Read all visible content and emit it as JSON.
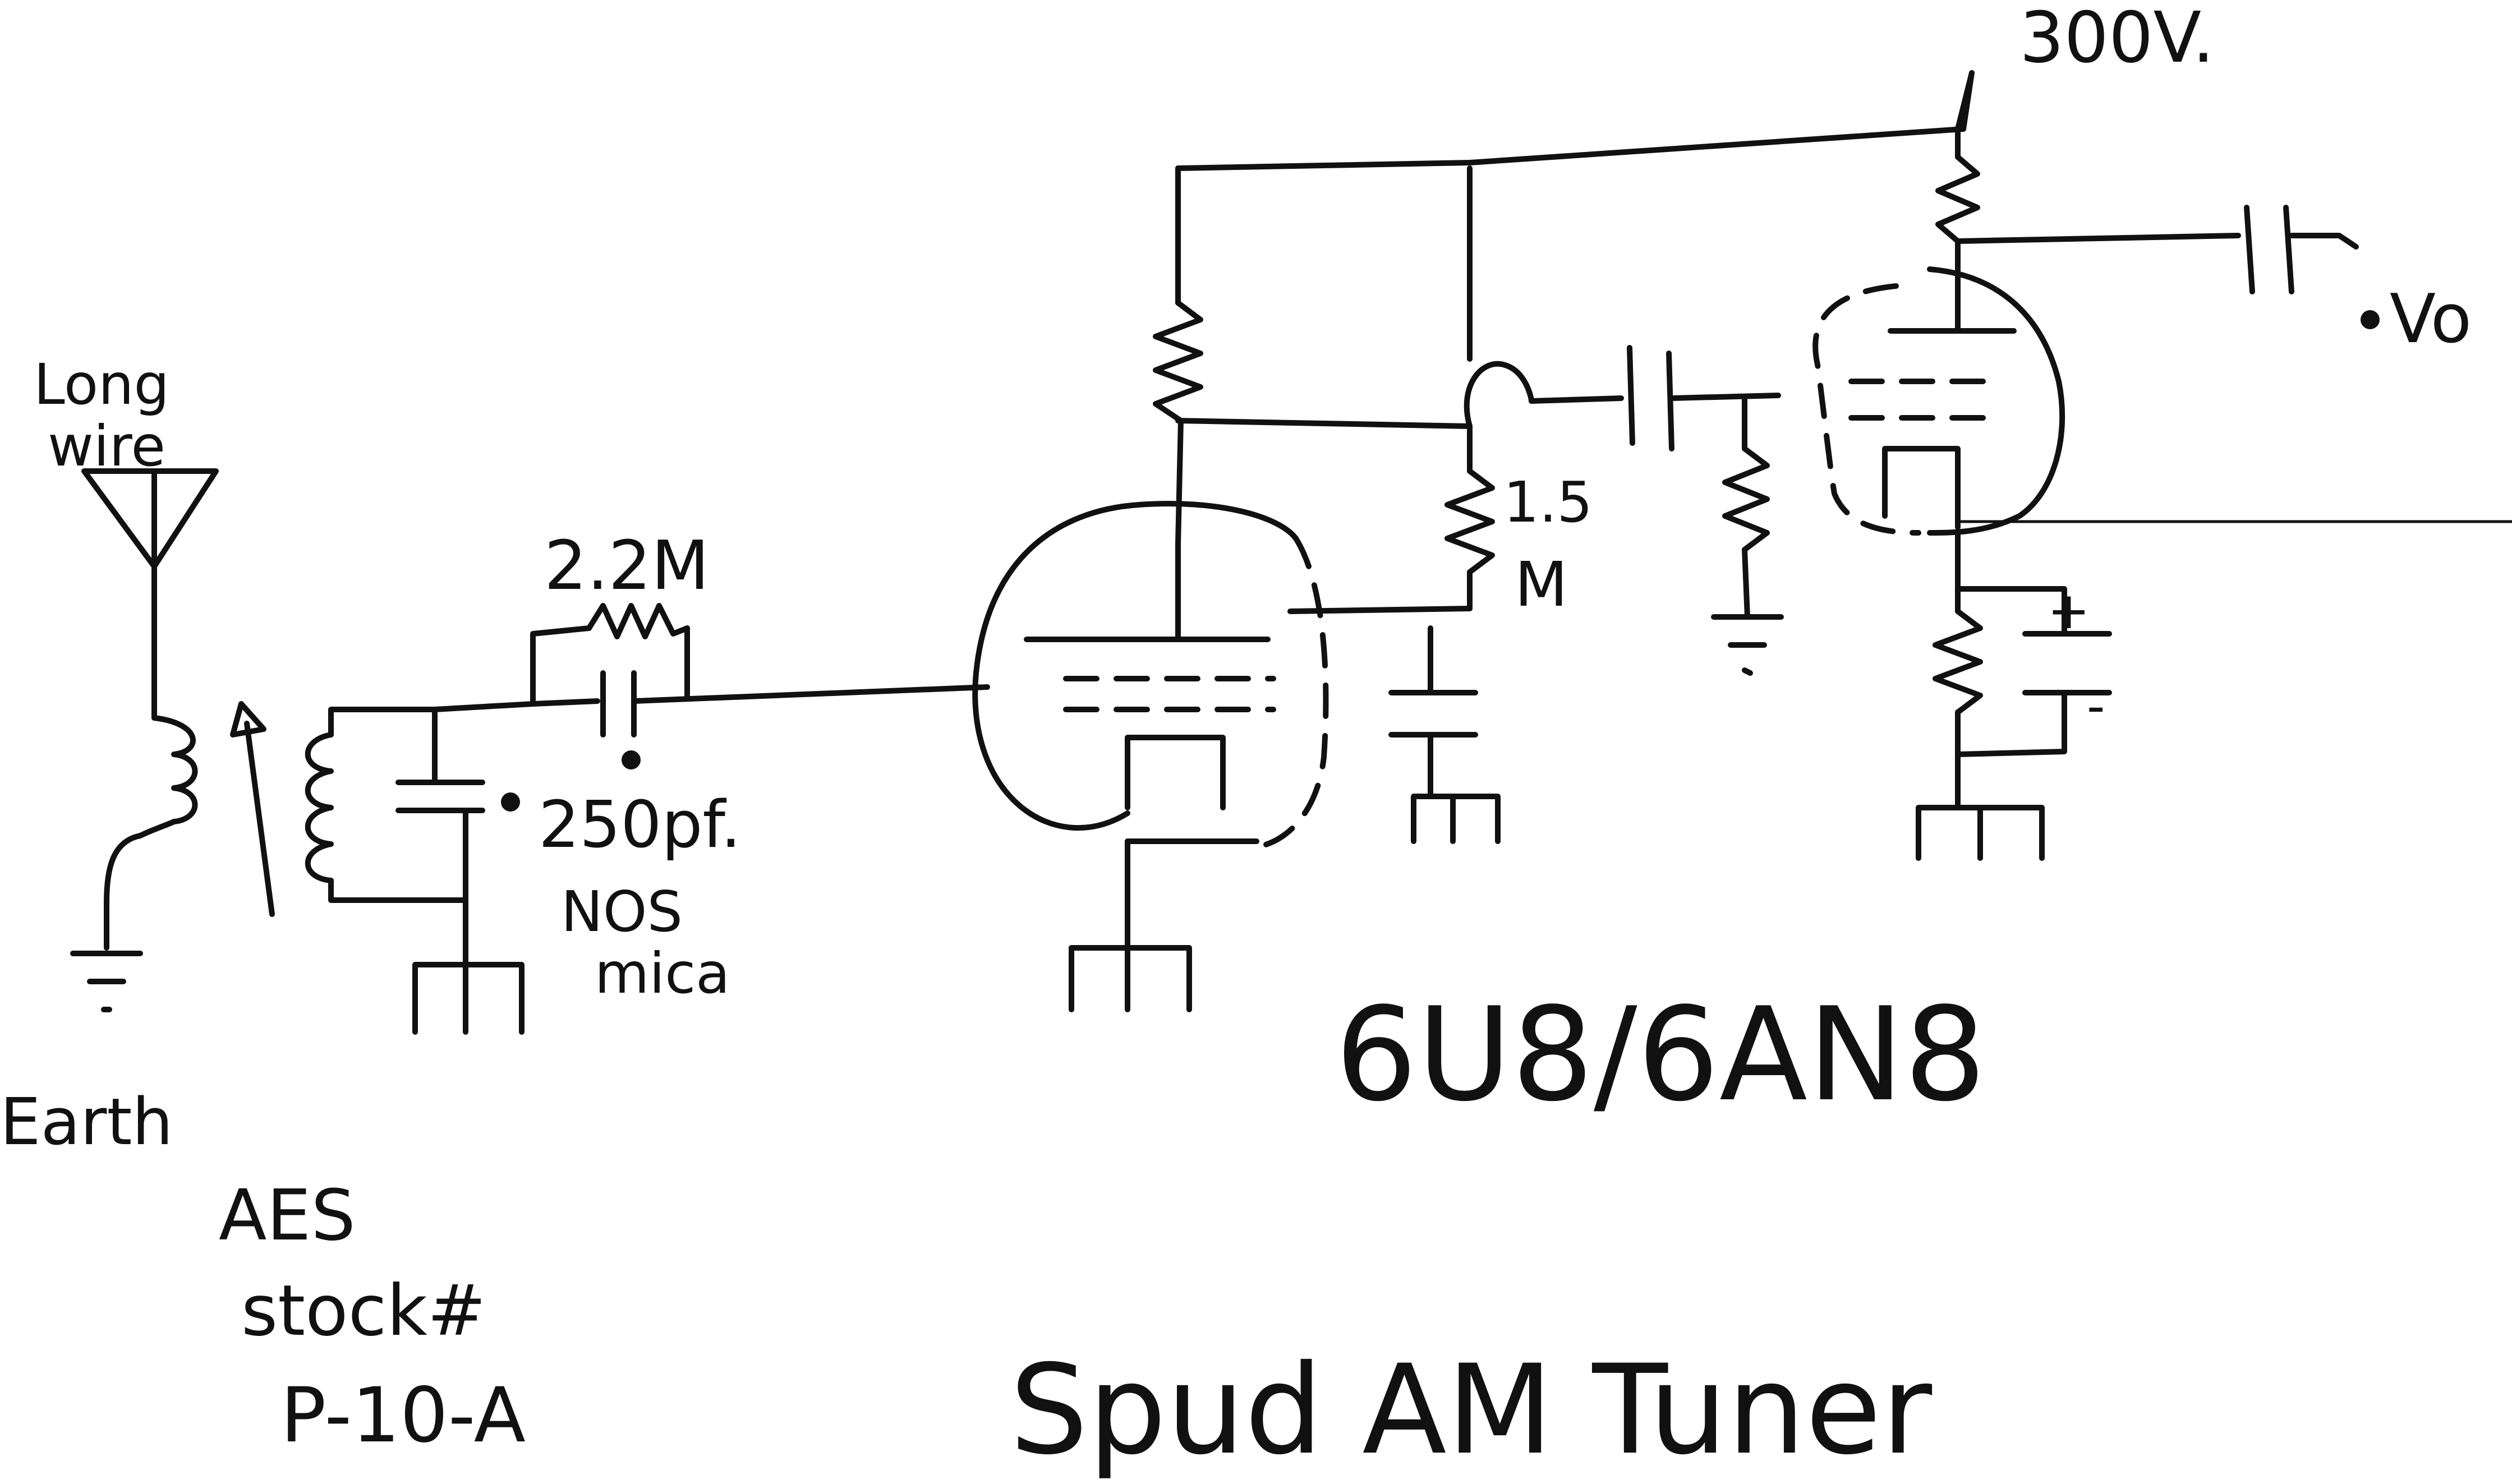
{
  "labels": {
    "supply_voltage": "300V.",
    "output": "Vo",
    "antenna_line1": "Long",
    "antenna_line2": "wire",
    "ground_label": "Earth",
    "grid_resistor": "2.2M",
    "capacitor_line1": "250pf.",
    "capacitor_line2": "NOS",
    "capacitor_line3": "mica",
    "plate_resistor_line1": "1.5",
    "plate_resistor_line2": "M",
    "cathode_cap_plus": "+",
    "cathode_cap_minus": "-",
    "part_line1": "AES",
    "part_line2": "stock#",
    "part_line3": "P-10-A",
    "tube_type": "6U8/6AN8",
    "title": "Spud AM Tuner"
  },
  "colors": {
    "ink": "#111111",
    "paper": "#ffffff"
  }
}
